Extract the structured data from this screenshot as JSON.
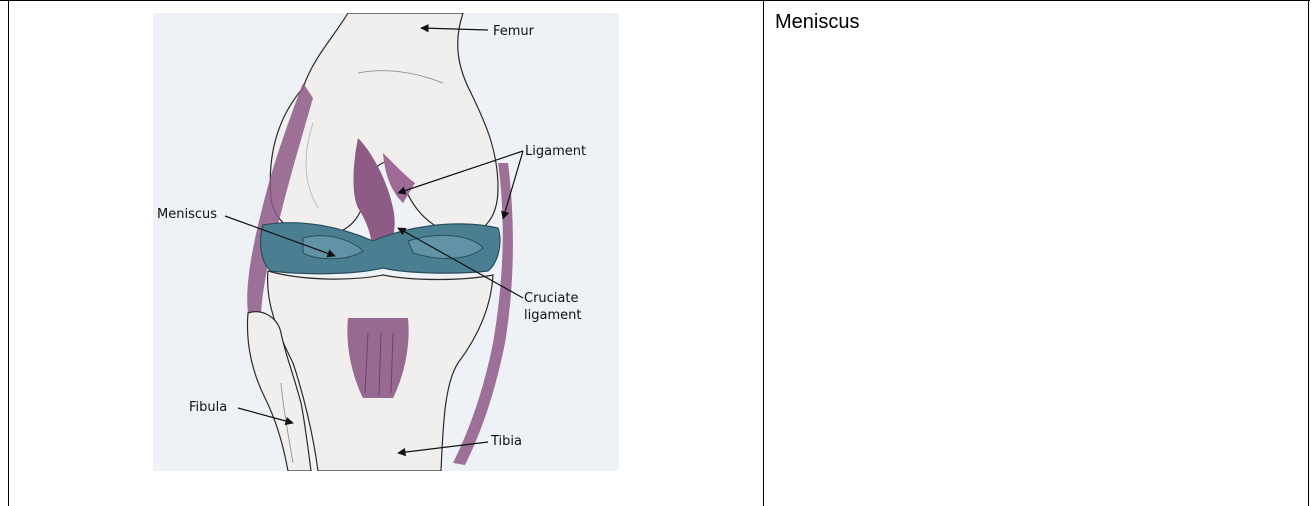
{
  "diagram": {
    "labels": {
      "femur": "Femur",
      "ligament": "Ligament",
      "meniscus": "Meniscus",
      "cruciate_line1": "Cruciate",
      "cruciate_line2": "ligament",
      "fibula": "Fibula",
      "tibia": "Tibia"
    },
    "colors": {
      "background": "#eef2f6",
      "bone": "#f1eeee",
      "bone_outline": "#2b2b2b",
      "ligament": "#8e5a86",
      "meniscus": "#4a7f92"
    }
  },
  "cell": {
    "text": "Meniscus"
  }
}
